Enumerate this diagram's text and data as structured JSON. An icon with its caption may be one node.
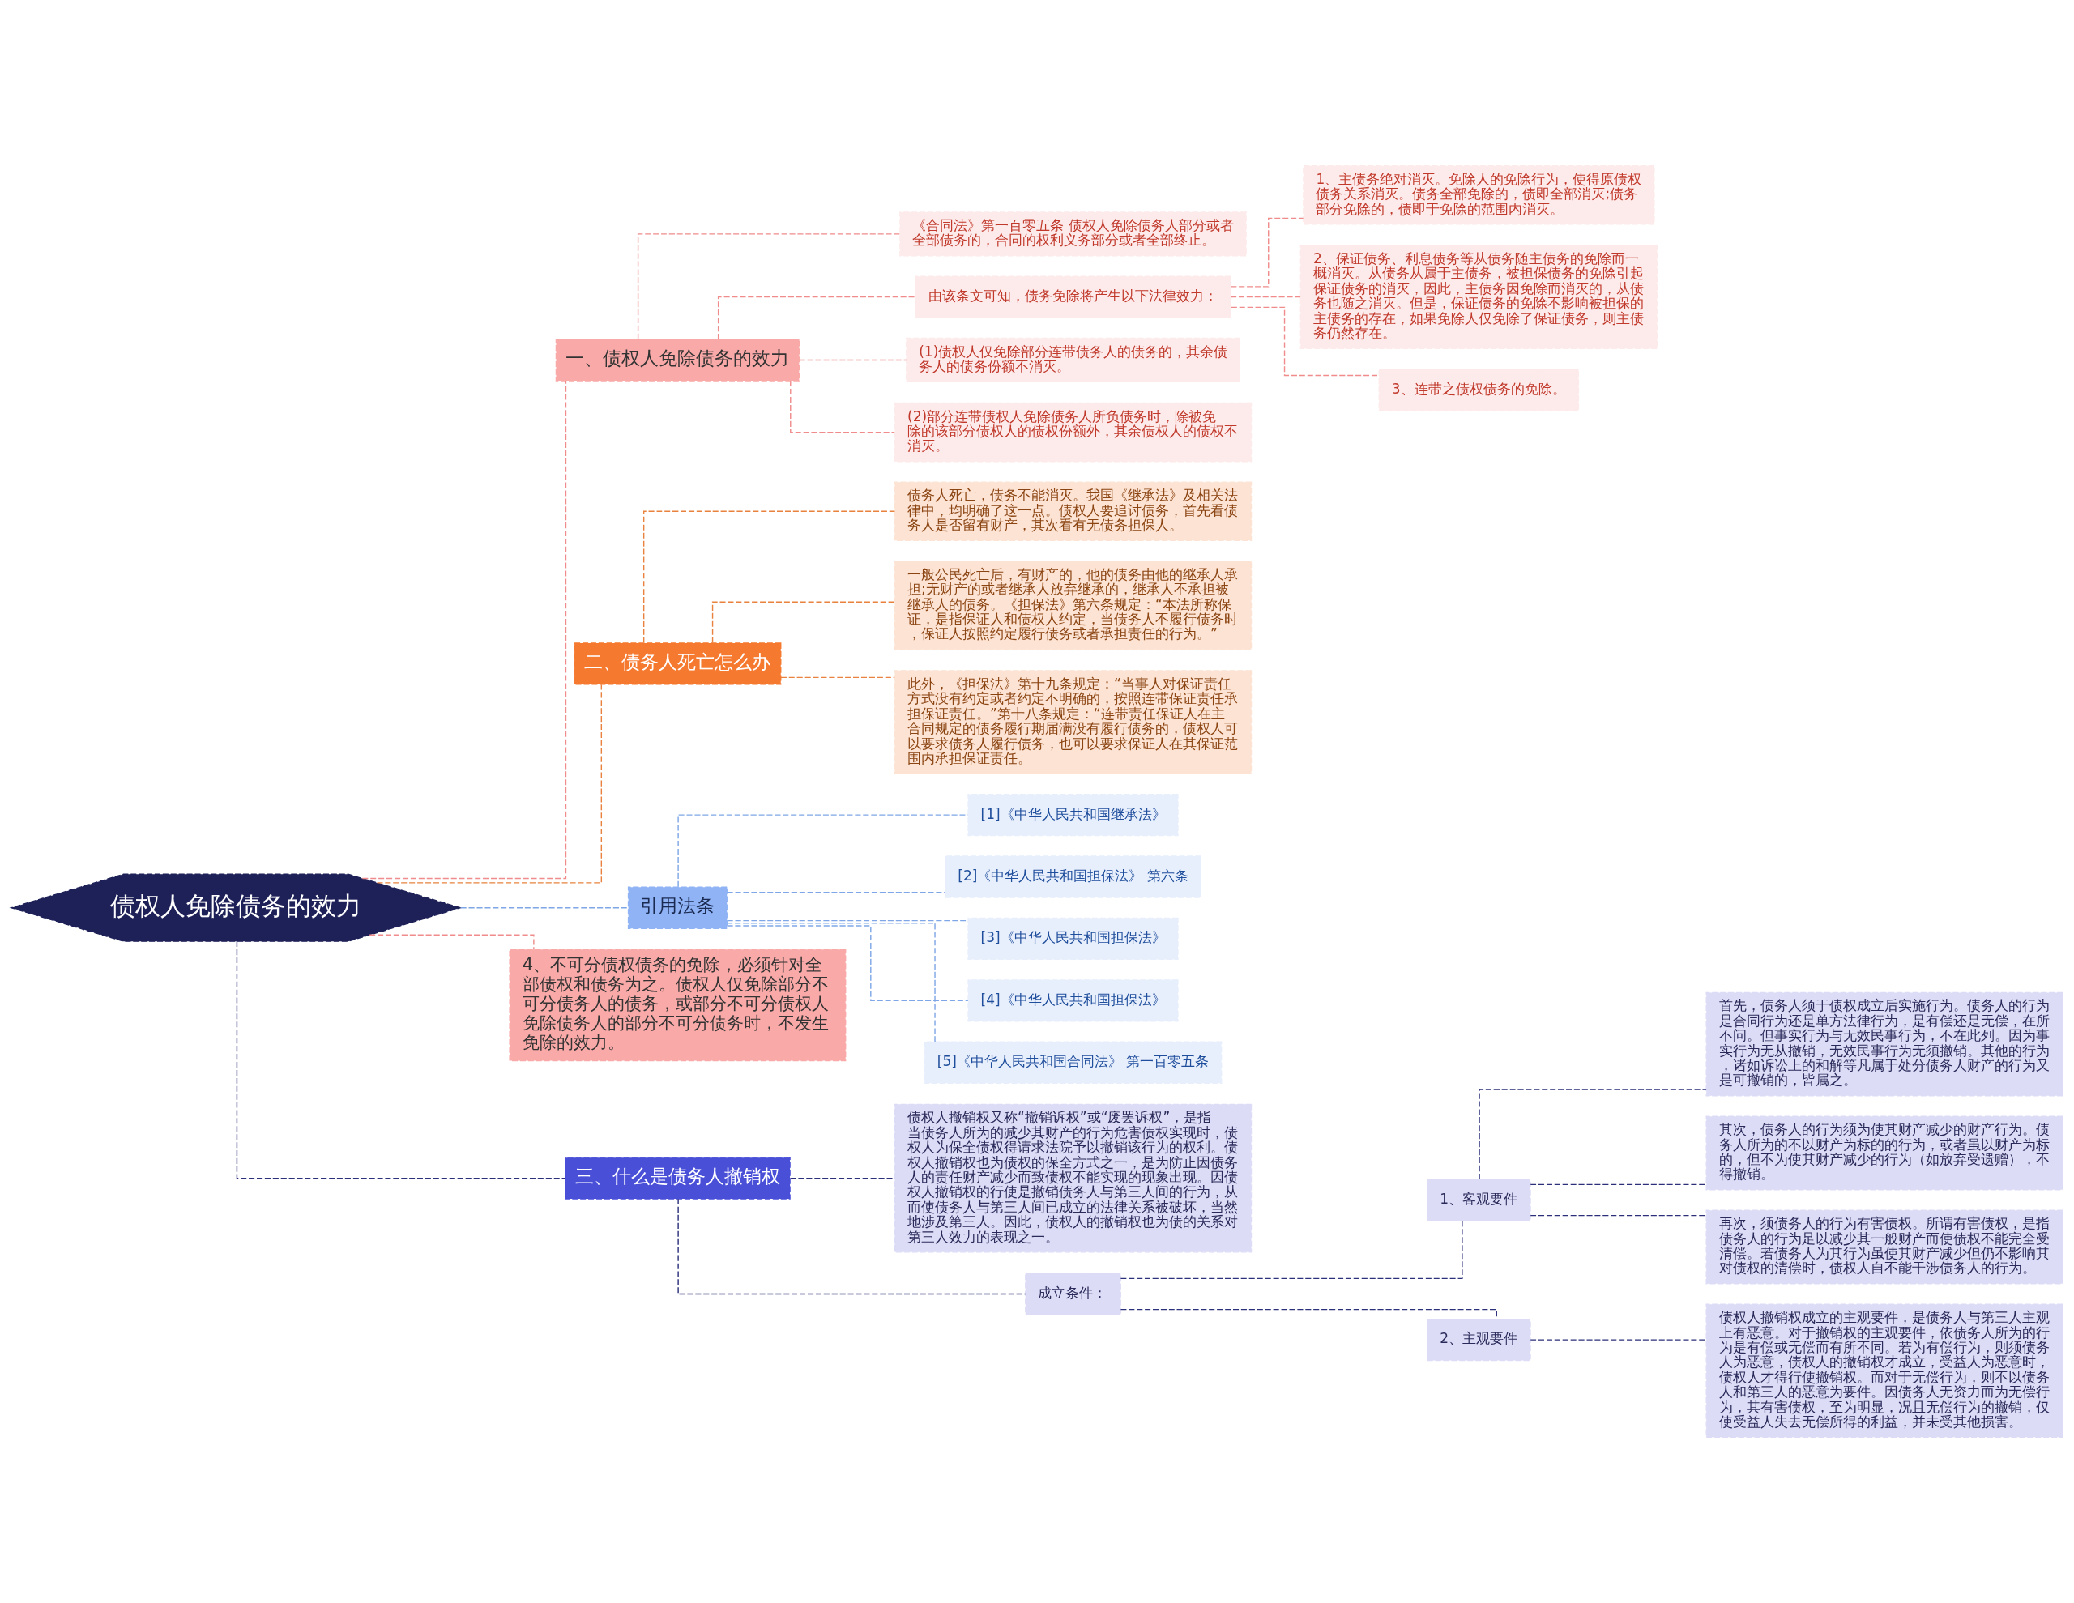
{
  "diagram": {
    "nodes": [
      {
        "text": [
          "债权人免除债务的效力"
        ]
      },
      {
        "text": [
          "一、债权人免除债务的效力"
        ]
      },
      {
        "text": [
          "《合同法》第一百零五条 债权人免除债务人部分或者全部债务的，合同的权利义务部分或者全部终止。"
        ]
      },
      {
        "text": [
          "由该条文可知，债务免除将产生以下法律效力："
        ]
      },
      {
        "text": [
          "1、主债务绝对消灭。免除人的免除行为，使得原债权债务关系消灭。债务全部免除的，债即全部消灭;债务部分免除的，债即于免除的范围内消灭。"
        ]
      },
      {
        "text": [
          "2、保证债务、利息债务等从债务随主债务的免除而一概消灭。从债务从属于主债务，被担保债务的免除引起保证债务的消灭，因此，主债务因免除而消灭的，从债务也随之消灭。但是，保证债务的免除不影响被担保的主债务的存在，如果免除人仅免除了保证债务，则主债务仍然存在。"
        ]
      },
      {
        "text": [
          "3、连带之债权债务的免除。"
        ]
      },
      {
        "text": [
          "(1)债权人仅免除部分连带债务人的债务的，其余债务人的债务份额不消灭。"
        ]
      },
      {
        "text": [
          "(2)部分连带债权人免除债务人所负债务时，除被免除的该部分债权人的债权份额外，其余债权人的债权不消灭。"
        ]
      },
      {
        "text": [
          "二、债务人死亡怎么办"
        ]
      },
      {
        "text": [
          "债务人死亡，债务不能消灭。我国《继承法》及相关法律中，均明确了这一点。债权人要追讨债务，首先看债务人是否留有财产，其次看有无债务担保人。"
        ]
      },
      {
        "text": [
          "一般公民死亡后，有财产的，他的债务由他的继承人承担;无财产的或者继承人放弃继承的，继承人不承担被继承人的债务。《担保法》第六条规定：“本法所称保证，是指保证人和债权人约定，当债务人不履行债务时，保证人按照约定履行债务或者承担责任的行为。”"
        ]
      },
      {
        "text": [
          "此外，《担保法》第十九条规定：“当事人对保证责任方式没有约定或者约定不明确的，按照连带保证责任承担保证责任。”第十八条规定：“连带责任保证人在主合同规定的债务履行期届满没有履行债务的，债权人可以要求债务人履行债务，也可以要求保证人在其保证范围内承担保证责任。"
        ]
      },
      {
        "text": [
          "引用法条"
        ]
      },
      {
        "text": [
          "[1]《中华人民共和国继承法》"
        ]
      },
      {
        "text": [
          "[2]《中华人民共和国担保法》 第六条"
        ]
      },
      {
        "text": [
          "[3]《中华人民共和国担保法》"
        ]
      },
      {
        "text": [
          "[4]《中华人民共和国担保法》"
        ]
      },
      {
        "text": [
          "[5]《中华人民共和国合同法》 第一百零五条"
        ]
      },
      {
        "text": [
          "4、不可分债权债务的免除，必须针对全部债权和债务为之。债权人仅免除部分不可分债务人的债务，或部分不可分债权人免除债务人的部分不可分债务时，不发生免除的效力。"
        ]
      },
      {
        "text": [
          "三、什么是债务人撤销权"
        ]
      },
      {
        "text": [
          "债权人撤销权又称“撤销诉权”或“废罢诉权”，是指当债务人所为的减少其财产的行为危害债权实现时，债权人为保全债权得请求法院予以撤销该行为的权利。债权人撤销权也为债权的保全方式之一，是为防止因债务人的责任财产减少而致债权不能实现的现象出现。因债权人撤销权的行使是撤销债务人与第三人间的行为，从而使债务人与第三人间已成立的法律关系被破坏，当然地涉及第三人。因此，债权人的撤销权也为债的关系对第三人效力的表现之一。"
        ]
      },
      {
        "text": [
          "成立条件："
        ]
      },
      {
        "text": [
          "1、客观要件"
        ]
      },
      {
        "text": [
          "首先，债务人须于债权成立后实施行为。债务人的行为是合同行为还是单方法律行为，是有偿还是无偿，在所不问。但事实行为与无效民事行为，不在此列。因为事实行为无从撤销，无效民事行为无须撤销。其他的行为，诸如诉讼上的和解等凡属于处分债务人财产的行为又是可撤销的，皆属之。"
        ]
      },
      {
        "text": [
          "其次，债务人的行为须为使其财产减少的财产行为。债务人所为的不以财产为标的的行为，或者虽以财产为标的，但不为使其财产减少的行为（如放弃受遗赠），不得撤销。"
        ]
      },
      {
        "text": [
          "再次，须债务人的行为有害债权。所谓有害债权，是指债务人的行为足以减少其一般财产而使债权不能完全受清偿。若债务人为其行为虽使其财产减少但仍不影响其对债权的清偿时，债权人自不能干涉债务人的行为。"
        ]
      },
      {
        "text": [
          "2、主观要件"
        ]
      },
      {
        "text": [
          "债权人撤销权成立的主观要件，是债务人与第三人主观上有恶意。对于撤销权的主观要件，依债务人所为的行为是有偿或无偿而有所不同。若为有偿行为，则须债务人为恶意，债权人的撤销权才成立，受益人为恶意时，债权人才得行使撤销权。而对于无偿行为，则不以债务人和第三人的恶意为要件。因债务人无资力而为无偿行为，其有害债权，至为明显，况且无偿行为的撤销，仅使受益人失去无偿所得的利益，并未受其他损害。"
        ]
      }
    ],
    "edges": [
      {
        "from": 0,
        "to": 1,
        "arrow": "none",
        "style": "dashed",
        "color": "#f08c8c"
      },
      {
        "from": 1,
        "to": 2,
        "arrow": "none",
        "style": "dashed",
        "color": "#f08c8c"
      },
      {
        "from": 1,
        "to": 3,
        "arrow": "none",
        "style": "dashed",
        "color": "#f08c8c"
      },
      {
        "from": 3,
        "to": 4,
        "arrow": "none",
        "style": "dashed",
        "color": "#f08c8c"
      },
      {
        "from": 3,
        "to": 5,
        "arrow": "none",
        "style": "dashed",
        "color": "#f08c8c"
      },
      {
        "from": 3,
        "to": 6,
        "arrow": "none",
        "style": "dashed",
        "color": "#f08c8c"
      },
      {
        "from": 1,
        "to": 7,
        "arrow": "none",
        "style": "dashed",
        "color": "#f08c8c"
      },
      {
        "from": 1,
        "to": 8,
        "arrow": "none",
        "style": "dashed",
        "color": "#f08c8c"
      },
      {
        "from": 0,
        "to": 9,
        "arrow": "none",
        "style": "dashed",
        "color": "#e8823e"
      },
      {
        "from": 9,
        "to": 10,
        "arrow": "none",
        "style": "dashed",
        "color": "#e8823e"
      },
      {
        "from": 9,
        "to": 11,
        "arrow": "none",
        "style": "dashed",
        "color": "#e8823e"
      },
      {
        "from": 9,
        "to": 12,
        "arrow": "none",
        "style": "dashed",
        "color": "#e8823e"
      },
      {
        "from": 0,
        "to": 13,
        "arrow": "none",
        "style": "dashed",
        "color": "#7fa6e6"
      },
      {
        "from": 13,
        "to": 14,
        "arrow": "none",
        "style": "dashed",
        "color": "#7fa6e6"
      },
      {
        "from": 13,
        "to": 15,
        "arrow": "none",
        "style": "dashed",
        "color": "#7fa6e6"
      },
      {
        "from": 13,
        "to": 16,
        "arrow": "none",
        "style": "dashed",
        "color": "#7fa6e6"
      },
      {
        "from": 13,
        "to": 17,
        "arrow": "none",
        "style": "dashed",
        "color": "#7fa6e6"
      },
      {
        "from": 13,
        "to": 18,
        "arrow": "none",
        "style": "dashed",
        "color": "#7fa6e6"
      },
      {
        "from": 0,
        "to": 19,
        "arrow": "none",
        "style": "dashed",
        "color": "#f08c8c"
      },
      {
        "from": 0,
        "to": 20,
        "arrow": "none",
        "style": "dashed",
        "color": "#2c2f7a"
      },
      {
        "from": 20,
        "to": 21,
        "arrow": "none",
        "style": "dashed",
        "color": "#2c2f7a"
      },
      {
        "from": 20,
        "to": 22,
        "arrow": "none",
        "style": "dashed",
        "color": "#2c2f7a"
      },
      {
        "from": 22,
        "to": 23,
        "arrow": "none",
        "style": "dashed",
        "color": "#2c2f7a"
      },
      {
        "from": 23,
        "to": 24,
        "arrow": "none",
        "style": "dashed",
        "color": "#2c2f7a"
      },
      {
        "from": 23,
        "to": 25,
        "arrow": "none",
        "style": "dashed",
        "color": "#2c2f7a"
      },
      {
        "from": 23,
        "to": 26,
        "arrow": "none",
        "style": "dashed",
        "color": "#2c2f7a"
      },
      {
        "from": 22,
        "to": 27,
        "arrow": "none",
        "style": "dashed",
        "color": "#2c2f7a"
      },
      {
        "from": 27,
        "to": 28,
        "arrow": "none",
        "style": "dashed",
        "color": "#2c2f7a"
      }
    ]
  }
}
